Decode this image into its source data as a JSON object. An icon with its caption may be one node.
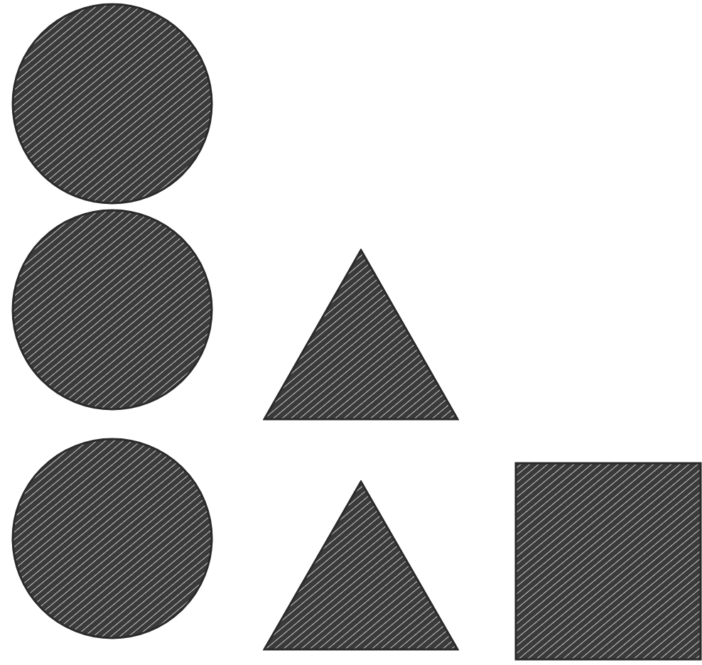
{
  "diagram": {
    "nodes": [
      {
        "text": [],
        "shape": "circle"
      },
      {
        "text": [],
        "shape": "circle"
      },
      {
        "text": [],
        "shape": "triangle"
      },
      {
        "text": [],
        "shape": "circle"
      },
      {
        "text": [],
        "shape": "triangle"
      },
      {
        "text": [],
        "shape": "box"
      }
    ]
  }
}
